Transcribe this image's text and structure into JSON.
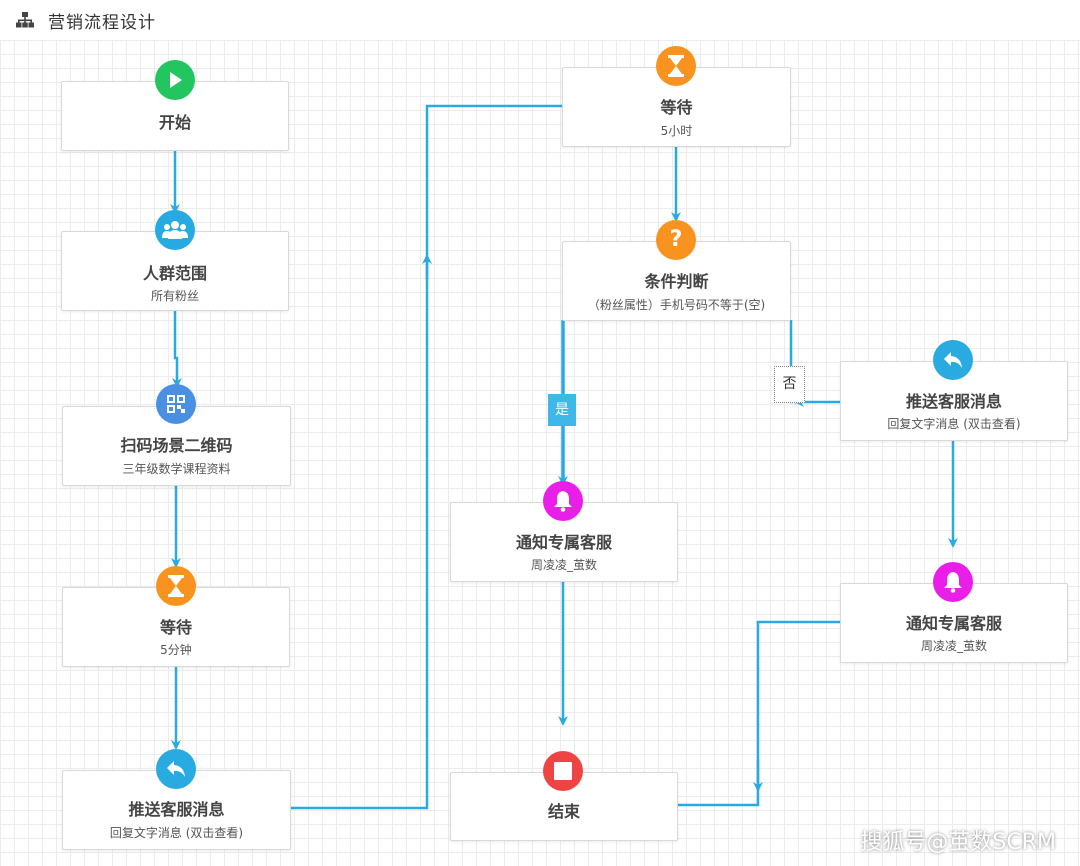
{
  "header": {
    "title": "营销流程设计",
    "icon": "org-chart-icon"
  },
  "colors": {
    "edge": "#29abe2",
    "start_green": "#22c55e",
    "wait_orange": "#f7931e",
    "crowd_blue": "#27aae1",
    "qr_blue": "#4a90e2",
    "reply_blue": "#29abe2",
    "bell_magenta": "#e91ee9",
    "stop_red": "#ef4444",
    "yes_label_bg": "#3db8e8"
  },
  "nodes": {
    "start": {
      "title": "开始",
      "icon": "play-icon"
    },
    "crowd": {
      "title": "人群范围",
      "sub": "所有粉丝",
      "icon": "users-icon"
    },
    "qr": {
      "title": "扫码场景二维码",
      "sub": "三年级数学课程资料",
      "icon": "qr-code-icon"
    },
    "wait1": {
      "title": "等待",
      "sub": "5分钟",
      "icon": "hourglass-icon"
    },
    "push1": {
      "title": "推送客服消息",
      "sub": "回复文字消息 (双击查看)",
      "icon": "reply-icon"
    },
    "wait2": {
      "title": "等待",
      "sub": "5小时",
      "icon": "hourglass-icon"
    },
    "cond": {
      "title": "条件判断",
      "sub": "（粉丝属性）手机号码不等于(空)",
      "icon": "question-icon"
    },
    "notify1": {
      "title": "通知专属客服",
      "sub": "周凌凌_茧数",
      "icon": "bell-icon"
    },
    "end": {
      "title": "结束",
      "icon": "stop-icon"
    },
    "push2": {
      "title": "推送客服消息",
      "sub": "回复文字消息 (双击查看)",
      "icon": "reply-icon"
    },
    "notify2": {
      "title": "通知专属客服",
      "sub": "周凌凌_茧数",
      "icon": "bell-icon"
    }
  },
  "edge_labels": {
    "yes": "是",
    "no": "否"
  },
  "watermark": "搜狐号@茧数SCRM"
}
